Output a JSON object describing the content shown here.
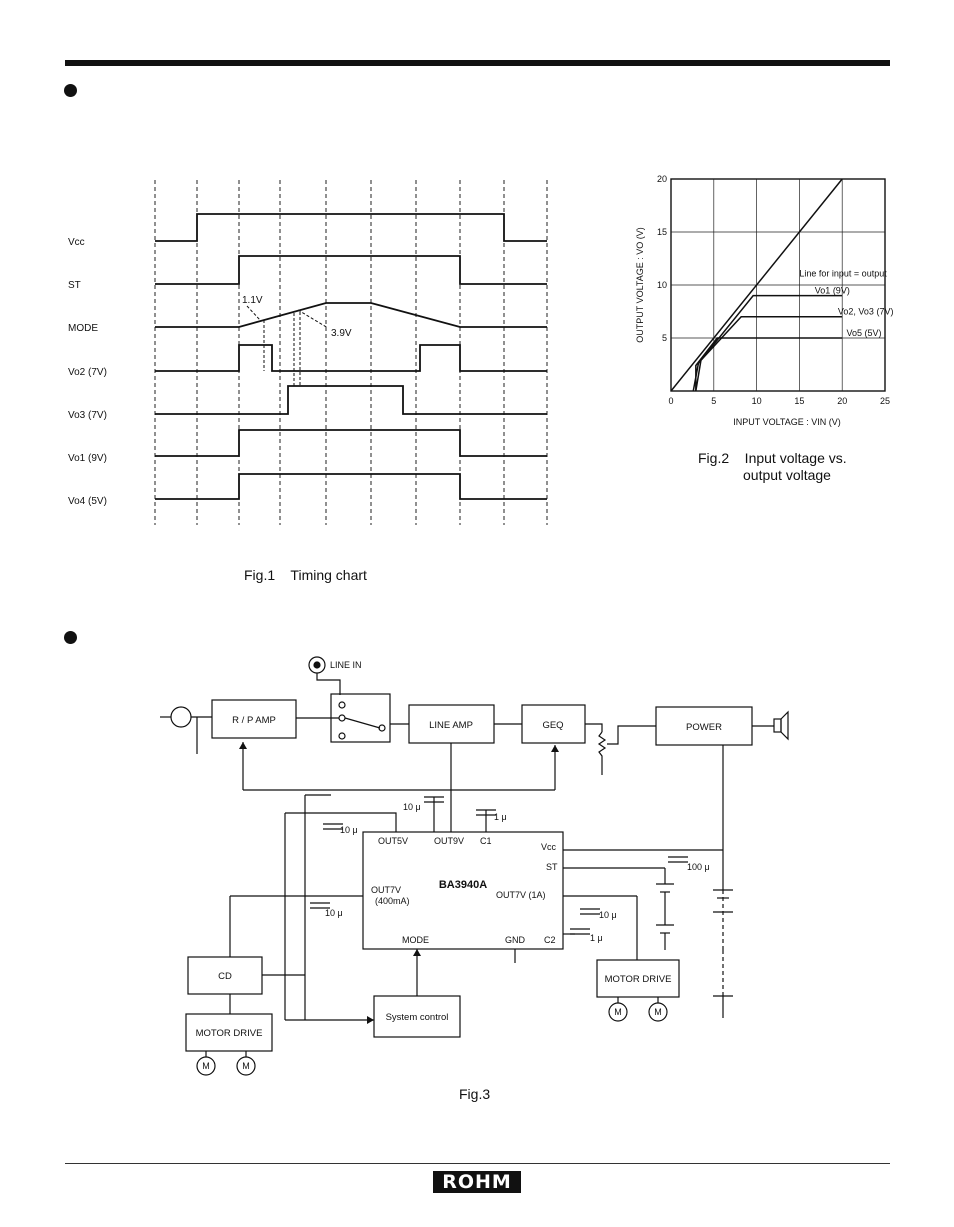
{
  "fig1": {
    "caption": "Fig.1    Timing chart",
    "signals": [
      {
        "label": "Vcc",
        "extra": ""
      },
      {
        "label": "ST",
        "extra": ""
      },
      {
        "label": "MODE",
        "extra": ""
      },
      {
        "label": "Vo2",
        "extra": "(7V)"
      },
      {
        "label": "Vo3",
        "extra": "(7V)"
      },
      {
        "label": "Vo1",
        "extra": "(9V)"
      },
      {
        "label": "Vo4",
        "extra": "(5V)"
      }
    ],
    "annotations": {
      "v_low": "1.1V",
      "v_high": "3.9V"
    }
  },
  "fig2": {
    "caption_line1": "Fig.2    Input voltage vs.",
    "caption_line2": "output voltage",
    "chart_data": {
      "type": "line",
      "xlabel": "INPUT VOLTAGE : VIN (V)",
      "ylabel": "OUTPUT VOLTAGE : VO (V)",
      "xlim": [
        0,
        25
      ],
      "ylim": [
        0,
        20
      ],
      "x_ticks": [
        "0",
        "5",
        "10",
        "15",
        "20",
        "25"
      ],
      "y_ticks": [
        "5",
        "10",
        "15",
        "20"
      ],
      "grid": true,
      "series": [
        {
          "name": "Line for input = output",
          "x": [
            0,
            20
          ],
          "y": [
            0,
            20
          ]
        },
        {
          "name": "Vo1  (9V)",
          "x": [
            2.6,
            3.2,
            9.6,
            20
          ],
          "y": [
            0,
            2.6,
            9,
            9
          ]
        },
        {
          "name": "Vo2,  Vo3  (7V)",
          "x": [
            2.9,
            3.5,
            8.2,
            20
          ],
          "y": [
            0,
            2.9,
            7,
            7
          ]
        },
        {
          "name": "Vo5  (5V)",
          "x": [
            2.9,
            2.9,
            5.4,
            20
          ],
          "y": [
            0,
            2.4,
            5,
            5
          ]
        }
      ],
      "annotations": [
        "Line for input = output",
        "Vo1  (9V)",
        "Vo2,  Vo3  (7V)",
        "Vo5  (5V)"
      ]
    }
  },
  "fig3": {
    "caption": "Fig.3",
    "blocks": {
      "rp_amp": "R / P  AMP",
      "line_amp": "LINE  AMP",
      "geq": "GEQ",
      "power": "POWER",
      "cd": "CD",
      "motor_drive_left": "MOTOR  DRIVE",
      "motor_drive_right": "MOTOR  DRIVE",
      "system_control": "System control",
      "ic_name": "BA3940A",
      "line_in": "LINE  IN"
    },
    "ic_pins": {
      "out5v": "OUT5V",
      "out9v": "OUT9V",
      "c1": "C1",
      "vcc": "Vcc",
      "st": "ST",
      "out7v_400": "OUT7V",
      "out7v_400_sub": "(400mA)",
      "out7v_1a": "OUT7V  (1A)",
      "mode": "MODE",
      "gnd": "GND",
      "c2": "C2"
    },
    "caps": {
      "c10a": "10 μ",
      "c1a": "1 μ",
      "c10b": "10 μ",
      "c10c": "10 μ",
      "c100": "100 μ",
      "c10d": "10 μ",
      "c1b": "1 μ"
    },
    "motor": "M"
  },
  "footer": {
    "logo": "ROHM"
  }
}
